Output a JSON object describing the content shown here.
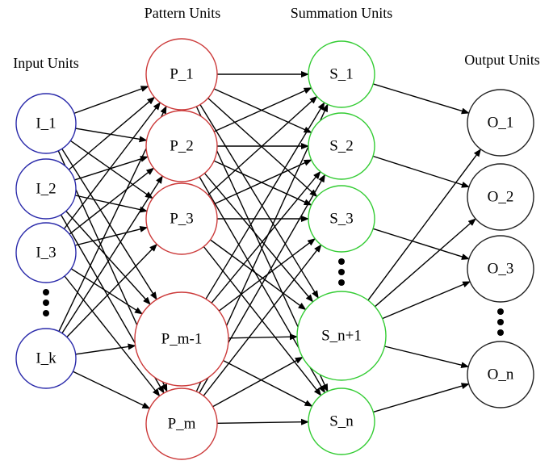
{
  "columns": {
    "input": {
      "title": "Input Units",
      "color": "#2a2aaa"
    },
    "pattern": {
      "title": "Pattern Units",
      "color": "#cc3a3a"
    },
    "summation": {
      "title": "Summation Units",
      "color": "#33cc33"
    },
    "output": {
      "title": "Output Units",
      "color": "#222222"
    }
  },
  "nodes": {
    "input": [
      {
        "id": "I1",
        "label": "I_1"
      },
      {
        "id": "I2",
        "label": "I_2"
      },
      {
        "id": "I3",
        "label": "I_3"
      },
      {
        "id": "Ik",
        "label": "I_k"
      }
    ],
    "pattern": [
      {
        "id": "P1",
        "label": "P_1"
      },
      {
        "id": "P2",
        "label": "P_2"
      },
      {
        "id": "P3",
        "label": "P_3"
      },
      {
        "id": "Pm1",
        "label": "P_m-1"
      },
      {
        "id": "Pm",
        "label": "P_m"
      }
    ],
    "summation": [
      {
        "id": "S1",
        "label": "S_1"
      },
      {
        "id": "S2",
        "label": "S_2"
      },
      {
        "id": "S3",
        "label": "S_3"
      },
      {
        "id": "Sn1",
        "label": "S_n+1"
      },
      {
        "id": "Sn",
        "label": "S_n"
      }
    ],
    "output": [
      {
        "id": "O1",
        "label": "O_1"
      },
      {
        "id": "O2",
        "label": "O_2"
      },
      {
        "id": "O3",
        "label": "O_3"
      },
      {
        "id": "On",
        "label": "O_n"
      }
    ]
  },
  "edges": [
    [
      "I1",
      "P1"
    ],
    [
      "I1",
      "P2"
    ],
    [
      "I1",
      "P3"
    ],
    [
      "I1",
      "Pm1"
    ],
    [
      "I1",
      "Pm"
    ],
    [
      "I2",
      "P1"
    ],
    [
      "I2",
      "P2"
    ],
    [
      "I2",
      "P3"
    ],
    [
      "I2",
      "Pm1"
    ],
    [
      "I2",
      "Pm"
    ],
    [
      "I3",
      "P1"
    ],
    [
      "I3",
      "P2"
    ],
    [
      "I3",
      "P3"
    ],
    [
      "I3",
      "Pm1"
    ],
    [
      "I3",
      "Pm"
    ],
    [
      "Ik",
      "P1"
    ],
    [
      "Ik",
      "P2"
    ],
    [
      "Ik",
      "P3"
    ],
    [
      "Ik",
      "Pm1"
    ],
    [
      "Ik",
      "Pm"
    ],
    [
      "P1",
      "S1"
    ],
    [
      "P1",
      "S2"
    ],
    [
      "P1",
      "S3"
    ],
    [
      "P1",
      "Sn1"
    ],
    [
      "P1",
      "Sn"
    ],
    [
      "P2",
      "S1"
    ],
    [
      "P2",
      "S2"
    ],
    [
      "P2",
      "S3"
    ],
    [
      "P2",
      "Sn1"
    ],
    [
      "P2",
      "Sn"
    ],
    [
      "P3",
      "S1"
    ],
    [
      "P3",
      "S2"
    ],
    [
      "P3",
      "S3"
    ],
    [
      "P3",
      "Sn1"
    ],
    [
      "P3",
      "Sn"
    ],
    [
      "Pm1",
      "S1"
    ],
    [
      "Pm1",
      "S2"
    ],
    [
      "Pm1",
      "S3"
    ],
    [
      "Pm1",
      "Sn1"
    ],
    [
      "Pm1",
      "Sn"
    ],
    [
      "Pm",
      "S1"
    ],
    [
      "Pm",
      "S2"
    ],
    [
      "Pm",
      "S3"
    ],
    [
      "Pm",
      "Sn1"
    ],
    [
      "Pm",
      "Sn"
    ],
    [
      "S1",
      "O1"
    ],
    [
      "S2",
      "O2"
    ],
    [
      "S3",
      "O3"
    ],
    [
      "Sn",
      "On"
    ],
    [
      "Sn1",
      "O1"
    ],
    [
      "Sn1",
      "O2"
    ],
    [
      "Sn1",
      "O3"
    ],
    [
      "Sn1",
      "On"
    ]
  ],
  "ellipsis_markers": [
    "input",
    "summation",
    "output"
  ]
}
